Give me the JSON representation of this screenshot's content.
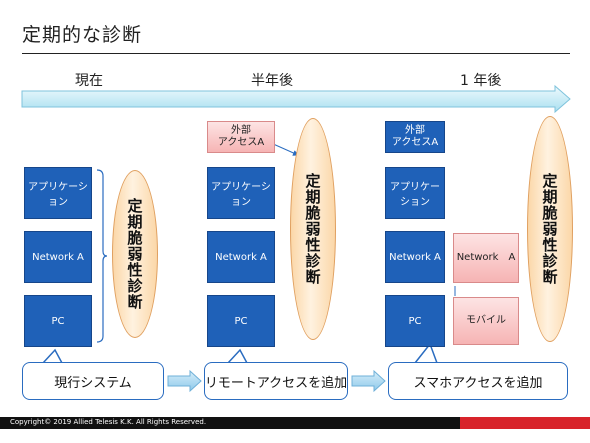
{
  "slide": {
    "title": "定期的な診断",
    "copyright": "Copyright© 2019 Allied Telesis K.K. All Rights Reserved."
  },
  "timeline": {
    "phases": [
      "現在",
      "半年後",
      "1 年後"
    ]
  },
  "columns": [
    {
      "layers": [
        "アプリケーション",
        "Network A",
        "PC"
      ],
      "assessment": "定期脆弱性診断",
      "stage_label": "現行システム"
    },
    {
      "external_access": "外部\nアクセスA",
      "layers": [
        "アプリケーション",
        "Network A",
        "PC"
      ],
      "assessment": "定期脆弱性診断",
      "stage_label": "リモートアクセスを追加"
    },
    {
      "external_access": "外部\nアクセスA",
      "layers": [
        "アプリケーション",
        "Network A",
        "PC"
      ],
      "added_components": [
        "Network　A",
        "モバイル"
      ],
      "assessment": "定期脆弱性診断",
      "stage_label": "スマホアクセスを追加"
    }
  ],
  "colors": {
    "layer_box": "#1f61b8",
    "added_box": "#f6b4b4",
    "assessment_ellipse": "#fbd7a8",
    "timeline_arrow": "#c8eef7",
    "callout_border": "#2a6cc0",
    "footer_dark": "#111111",
    "footer_red": "#d8232a"
  }
}
